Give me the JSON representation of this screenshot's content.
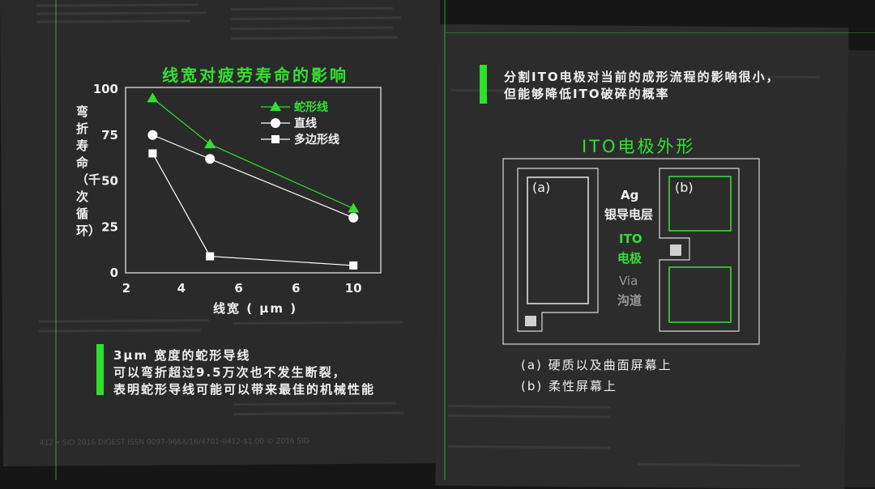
{
  "chart_data": {
    "type": "line",
    "title": "线宽对疲劳寿命的影响",
    "xlabel": "线宽 ( μm )",
    "ylabel": "弯折寿命（千次循环）",
    "x_tick_labels": [
      "2",
      "4",
      "6",
      "6",
      "10"
    ],
    "y_tick_labels": [
      "100",
      "75",
      "50",
      "25",
      "0"
    ],
    "xlim": [
      2,
      11
    ],
    "ylim": [
      0,
      100
    ],
    "grid": false,
    "legend": "top-right",
    "x": [
      3,
      5,
      10
    ],
    "series": [
      {
        "name": "蛇形线",
        "values": [
          95,
          70,
          35
        ],
        "marker": "triangle",
        "color": "#33dd33"
      },
      {
        "name": "直线",
        "values": [
          75,
          62,
          30
        ],
        "marker": "circle",
        "color": "#ffffff"
      },
      {
        "name": "多边形线",
        "values": [
          65,
          9,
          4
        ],
        "marker": "square",
        "color": "#ffffff"
      }
    ]
  },
  "left_note": {
    "lines": [
      "3μm 宽度的蛇形导线",
      "可以弯折超过9.5万次也不发生断裂，",
      "表明蛇形导线可能可以带来最佳的机械性能"
    ]
  },
  "left_footer": "412 • SID 2016 DIGEST      ISSN 0097-966X/16/4701-0412-$1.00 © 2016 SID",
  "right_note": {
    "lines": [
      "分割ITO电极对当前的成形流程的影响很小，",
      "但能够降低ITO破碎的概率"
    ]
  },
  "diagram": {
    "title": "ITO电极外形",
    "label_a": "(a)",
    "label_b": "(b)",
    "ag_label": [
      "Ag",
      "银导电层"
    ],
    "ito_label": [
      "ITO",
      "电极"
    ],
    "via_label": [
      "Via",
      "沟道"
    ],
    "captions": [
      "(a) 硬质以及曲面屏幕上",
      "(b) 柔性屏幕上"
    ]
  },
  "colors": {
    "accent": "#33e033",
    "background": "#2a2a2a"
  }
}
